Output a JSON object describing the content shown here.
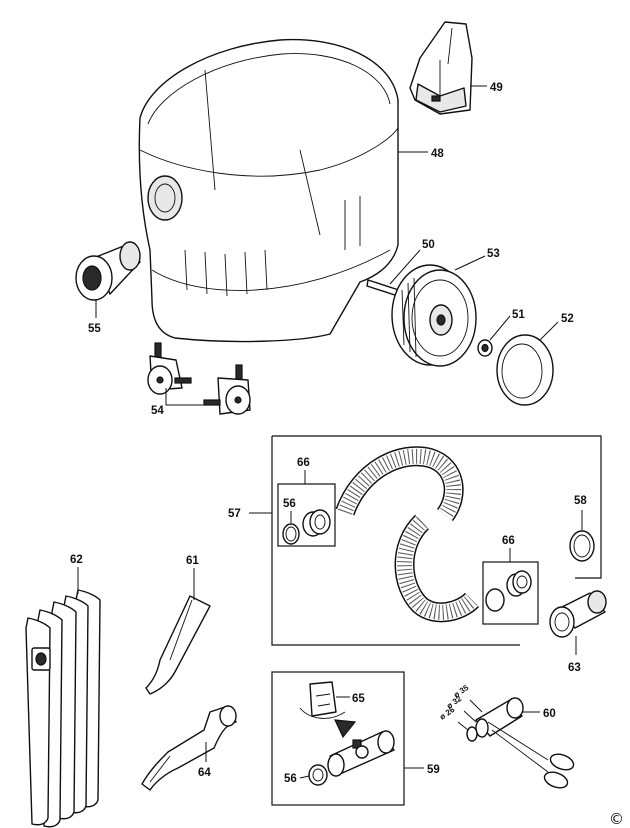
{
  "callouts": {
    "c48": "48",
    "c49": "49",
    "c50": "50",
    "c51": "51",
    "c52": "52",
    "c53": "53",
    "c54": "54",
    "c55": "55",
    "c56a": "56",
    "c56b": "56",
    "c57": "57",
    "c58": "58",
    "c59": "59",
    "c60": "60",
    "c61": "61",
    "c62": "62",
    "c63": "63",
    "c64": "64",
    "c65": "65",
    "c66a": "66",
    "c66b": "66"
  },
  "diameters": {
    "d35": "ø 35",
    "d32": "ø 32",
    "d26": "ø 26"
  },
  "copyright": "©"
}
